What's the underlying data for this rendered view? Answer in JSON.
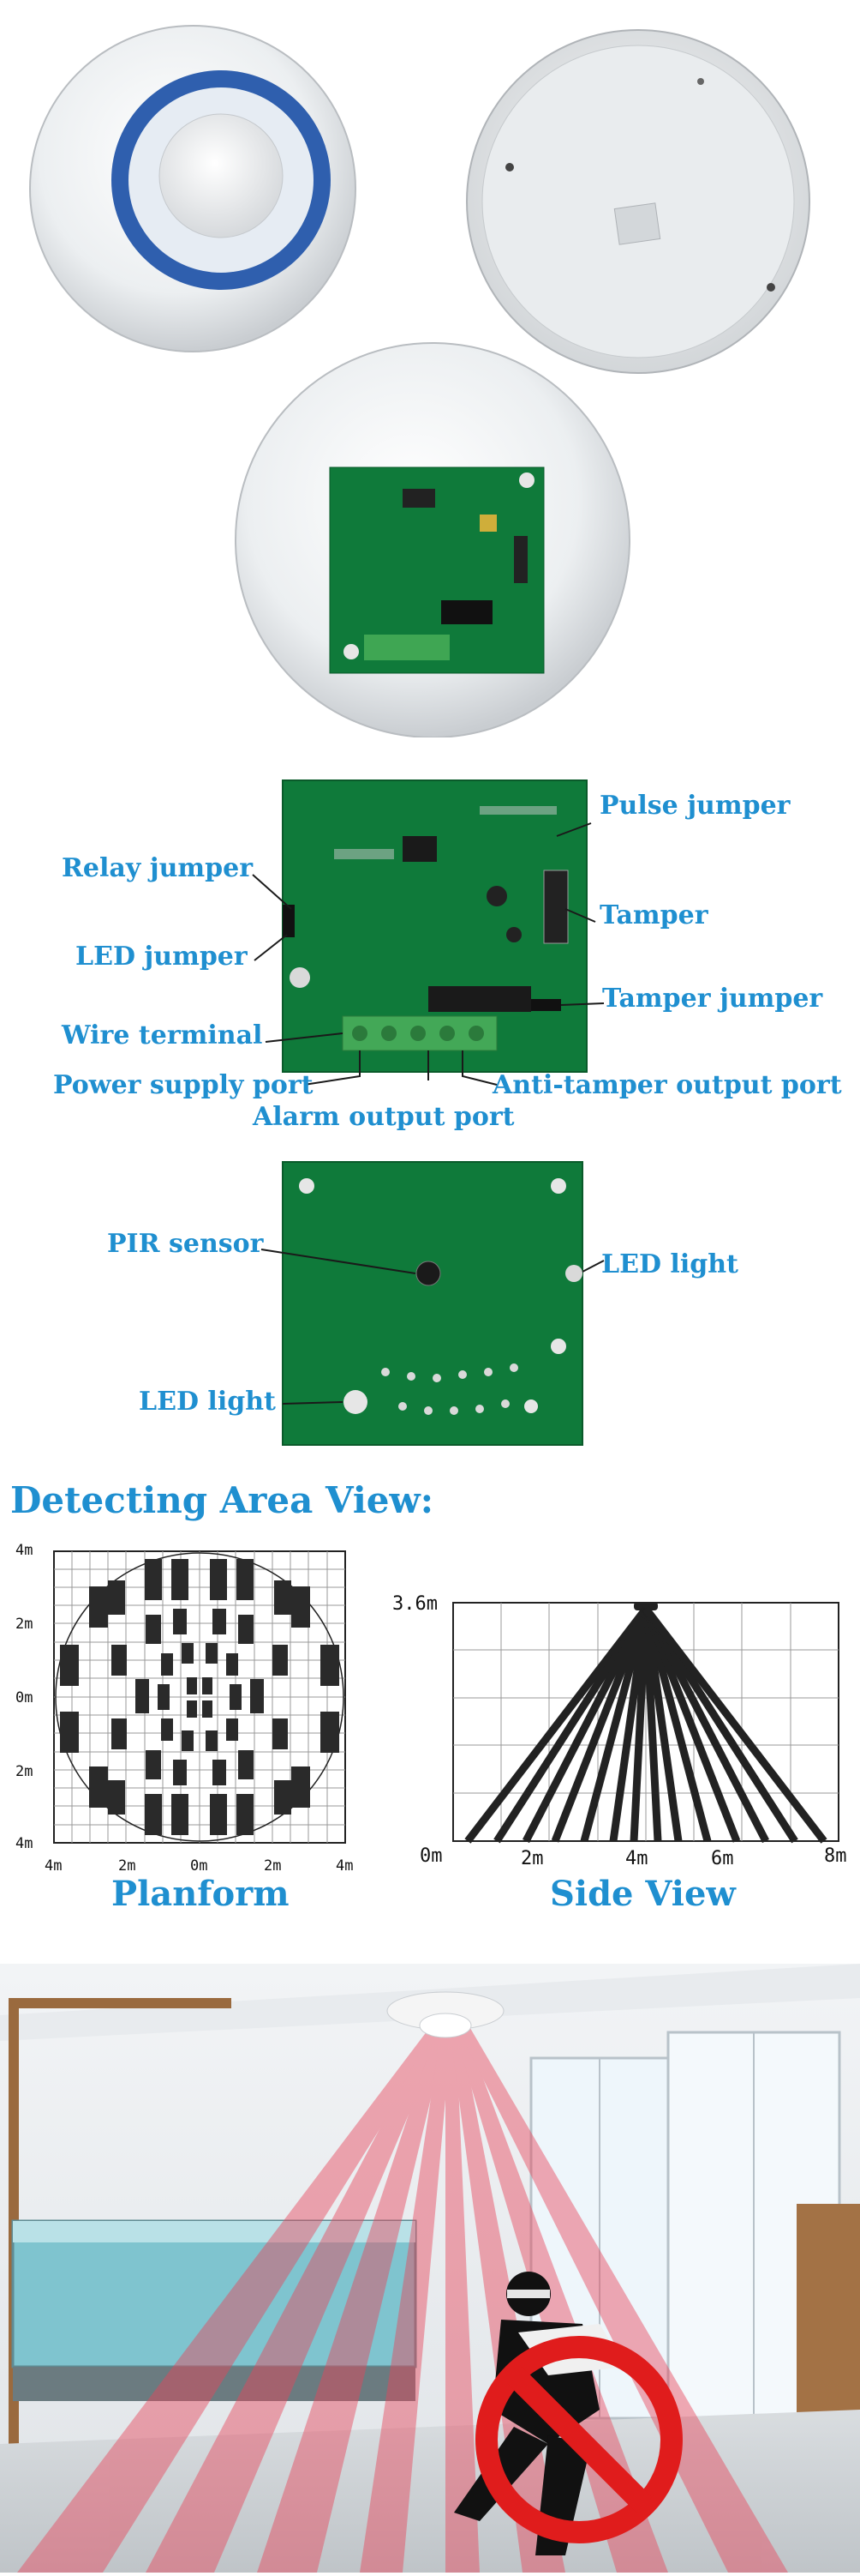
{
  "pcb_front": {
    "labels": {
      "pulse_jumper": "Pulse jumper",
      "relay_jumper": "Relay jumper",
      "tamper": "Tamper",
      "led_jumper": "LED jumper",
      "tamper_jumper": "Tamper jumper",
      "wire_terminal": "Wire terminal",
      "power_supply_port": "Power supply port",
      "anti_tamper_output_port": "Anti-tamper output port",
      "alarm_output_port": "Alarm output port"
    }
  },
  "pcb_back": {
    "labels": {
      "pir_sensor": "PIR sensor",
      "led_light_right": "LED light",
      "led_light_bottom": "LED light"
    }
  },
  "detecting": {
    "heading": "Detecting Area View:",
    "planform": {
      "caption": "Planform",
      "y_ticks": [
        "4m",
        "2m",
        "0m",
        "2m",
        "4m"
      ],
      "x_ticks": [
        "4m",
        "2m",
        "0m",
        "2m",
        "4m"
      ]
    },
    "side_view": {
      "caption": "Side View",
      "height_label": "3.6m",
      "x_ticks": [
        "0m",
        "2m",
        "4m",
        "6m",
        "8m"
      ]
    }
  },
  "colors": {
    "accent": "#1f8fd0",
    "pcb_green": "#0f7a3a",
    "beam_red": "#e8455a"
  }
}
